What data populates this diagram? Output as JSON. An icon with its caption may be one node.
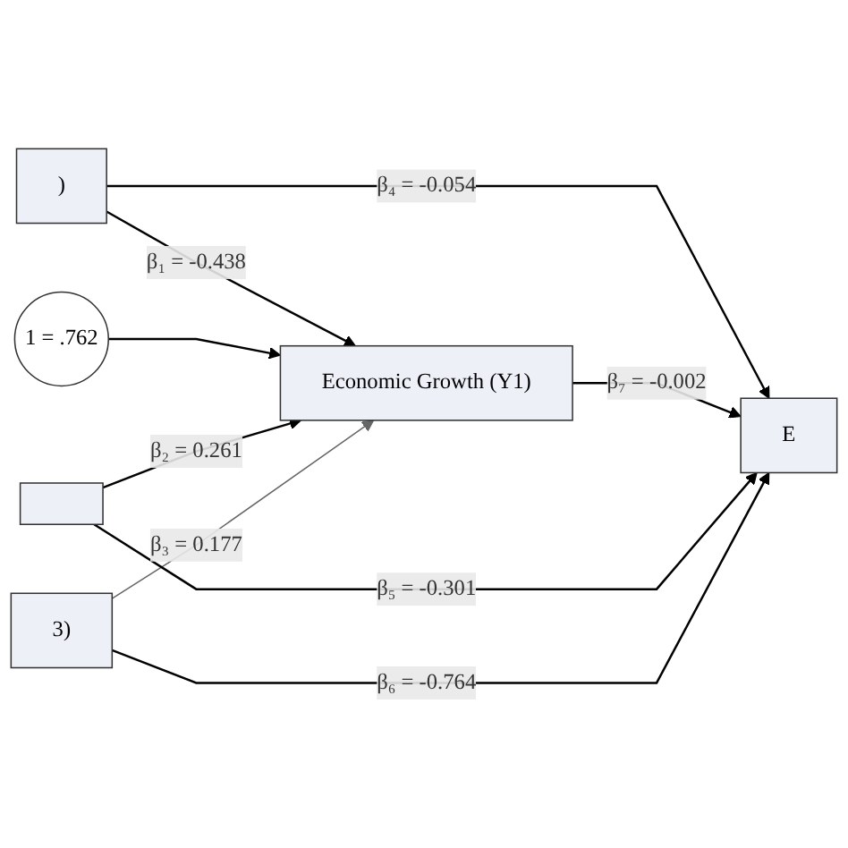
{
  "diagram": {
    "nodes": [
      {
        "text": [
          ")"
        ]
      },
      {
        "text": [
          "1 = .762"
        ]
      },
      {
        "text": [
          "Economic Growth (Y1)"
        ]
      },
      {
        "text": [],
        "shape": "box"
      },
      {
        "text": [
          "3)"
        ]
      },
      {
        "text": [
          "E"
        ]
      }
    ],
    "edges": [
      {
        "from": 0,
        "to": 2,
        "arrow": "to",
        "label": "β₁ = -0.438"
      },
      {
        "from": 1,
        "to": 2,
        "arrow": "to"
      },
      {
        "from": 3,
        "to": 2,
        "arrow": "to",
        "label": "β₂ = 0.261"
      },
      {
        "from": 4,
        "to": 2,
        "arrow": "to",
        "label": "β₃ = 0.177",
        "color": "#666666"
      },
      {
        "from": 0,
        "to": 5,
        "arrow": "to",
        "label": "β₄ = -0.054"
      },
      {
        "from": 2,
        "to": 5,
        "arrow": "to",
        "label": "β₇ = -0.002"
      },
      {
        "from": 3,
        "to": 5,
        "arrow": "to",
        "label": "β₅ = -0.301"
      },
      {
        "from": 4,
        "to": 5,
        "arrow": "to",
        "label": "β₆ = -0.764"
      }
    ]
  }
}
